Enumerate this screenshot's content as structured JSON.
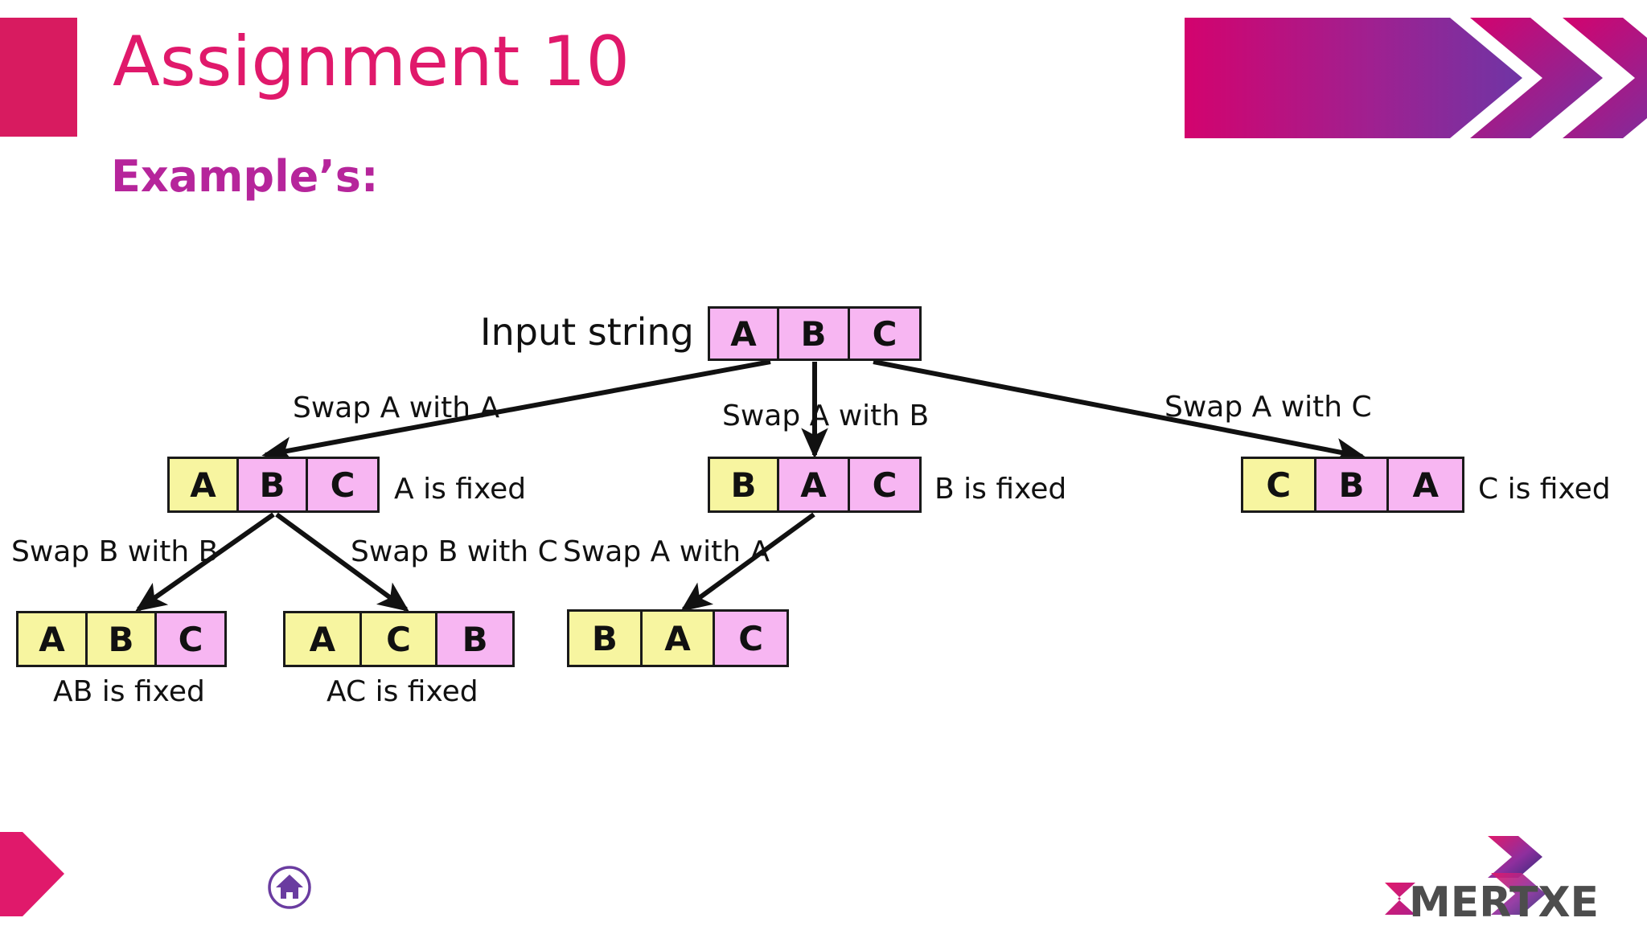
{
  "header": {
    "title": "Assignment 10",
    "subtitle": "Example’s:",
    "accent_pink": "#e0196b",
    "accent_purple": "#b6259b",
    "banner_gradient_from": "#d3036e",
    "banner_gradient_to": "#6f35a5"
  },
  "diagram": {
    "type": "permutation-recursion-tree",
    "input_label": "Input string",
    "cell_pink": "#f7b6f2",
    "cell_yellow": "#f7f5a0",
    "nodes": [
      {
        "id": "root",
        "cells": [
          {
            "text": "A",
            "state": "free"
          },
          {
            "text": "B",
            "state": "free"
          },
          {
            "text": "C",
            "state": "free"
          }
        ],
        "fixed_label": ""
      },
      {
        "id": "l1-left",
        "cells": [
          {
            "text": "A",
            "state": "fixed"
          },
          {
            "text": "B",
            "state": "free"
          },
          {
            "text": "C",
            "state": "free"
          }
        ],
        "fixed_label": "A is fixed"
      },
      {
        "id": "l1-mid",
        "cells": [
          {
            "text": "B",
            "state": "fixed"
          },
          {
            "text": "A",
            "state": "free"
          },
          {
            "text": "C",
            "state": "free"
          }
        ],
        "fixed_label": "B is fixed"
      },
      {
        "id": "l1-right",
        "cells": [
          {
            "text": "C",
            "state": "fixed"
          },
          {
            "text": "B",
            "state": "free"
          },
          {
            "text": "A",
            "state": "free"
          }
        ],
        "fixed_label": "C is fixed"
      },
      {
        "id": "l2-a",
        "cells": [
          {
            "text": "A",
            "state": "fixed"
          },
          {
            "text": "B",
            "state": "fixed"
          },
          {
            "text": "C",
            "state": "free"
          }
        ],
        "fixed_label": "AB is fixed"
      },
      {
        "id": "l2-b",
        "cells": [
          {
            "text": "A",
            "state": "fixed"
          },
          {
            "text": "C",
            "state": "fixed"
          },
          {
            "text": "B",
            "state": "free"
          }
        ],
        "fixed_label": "AC is fixed"
      },
      {
        "id": "l2-c",
        "cells": [
          {
            "text": "B",
            "state": "fixed"
          },
          {
            "text": "A",
            "state": "fixed"
          },
          {
            "text": "C",
            "state": "free"
          }
        ],
        "fixed_label": ""
      }
    ],
    "edges": [
      {
        "id": "e1",
        "label": "Swap A with A",
        "from": "root",
        "to": "l1-left"
      },
      {
        "id": "e2",
        "label": "Swap A with B",
        "from": "root",
        "to": "l1-mid"
      },
      {
        "id": "e3",
        "label": "Swap A with C",
        "from": "root",
        "to": "l1-right"
      },
      {
        "id": "e4",
        "label": "Swap B with B",
        "from": "l1-left",
        "to": "l2-a"
      },
      {
        "id": "e5",
        "label": "Swap B with C",
        "from": "l1-left",
        "to": "l2-b"
      },
      {
        "id": "e6",
        "label": "Swap A with A",
        "from": "l1-mid",
        "to": "l2-c"
      }
    ]
  },
  "footer": {
    "home_icon": "home-icon",
    "logo_sigma": "Σ",
    "logo_text": "MERTXE",
    "logo_text_color": "#4d4d4d",
    "logo_sigma_color": "#e0196b"
  }
}
